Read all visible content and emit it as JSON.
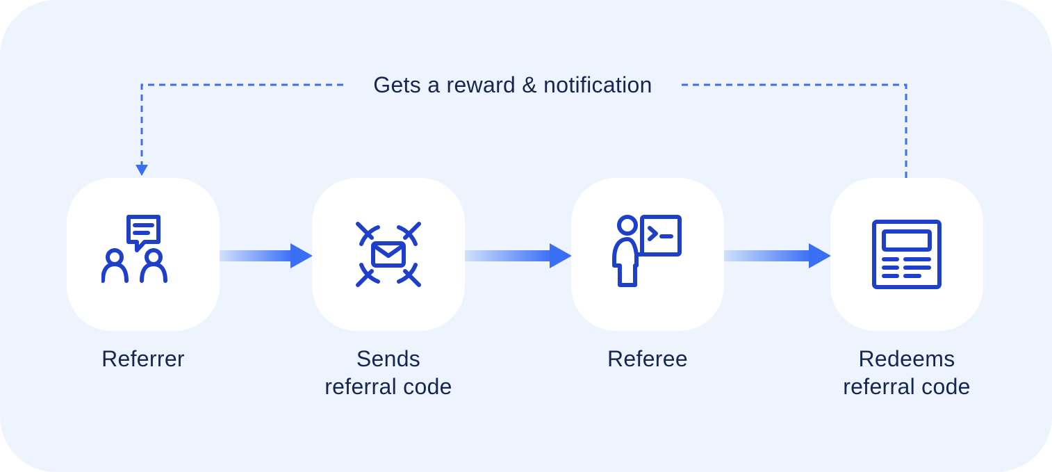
{
  "colors": {
    "background": "#edf4fe",
    "card": "#ffffff",
    "icon": "#1e3fc9",
    "arrow": "#3a6ff5",
    "text": "#17264f"
  },
  "loop": {
    "label": "Gets a reward & notification"
  },
  "steps": [
    {
      "icon": "chat-people-icon",
      "label_lines": [
        "Referrer"
      ]
    },
    {
      "icon": "target-envelope-icon",
      "label_lines": [
        "Sends",
        "referral code"
      ]
    },
    {
      "icon": "person-presenting-icon",
      "label_lines": [
        "Referee"
      ]
    },
    {
      "icon": "web-page-icon",
      "label_lines": [
        "Redeems",
        "referral code"
      ]
    }
  ]
}
